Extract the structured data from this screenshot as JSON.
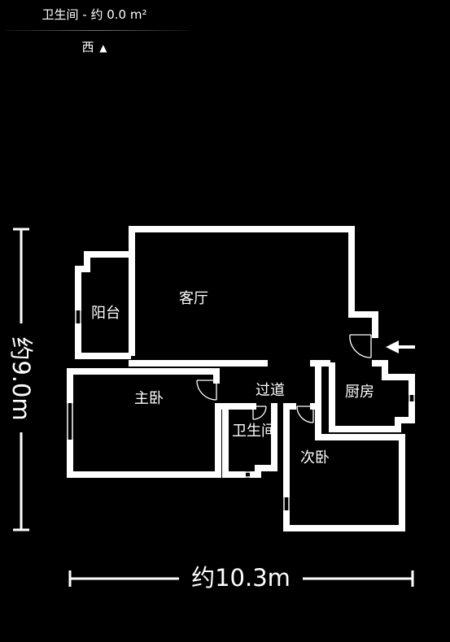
{
  "header": {
    "title": "卫生间 - 约 0.0 m²",
    "compass_label": "西",
    "compass_arrow": "▲"
  },
  "rooms": {
    "balcony": "阳台",
    "living_room": "客厅",
    "master_bedroom": "主卧",
    "corridor": "过道",
    "kitchen": "厨房",
    "bathroom": "卫生间",
    "second_bedroom": "次卧"
  },
  "dimensions": {
    "width": "约10.3m",
    "height": "约9.0m"
  },
  "entrance": {
    "icon": "arrow-left-icon"
  },
  "colors": {
    "background": "#000000",
    "walls": "#ffffff"
  }
}
